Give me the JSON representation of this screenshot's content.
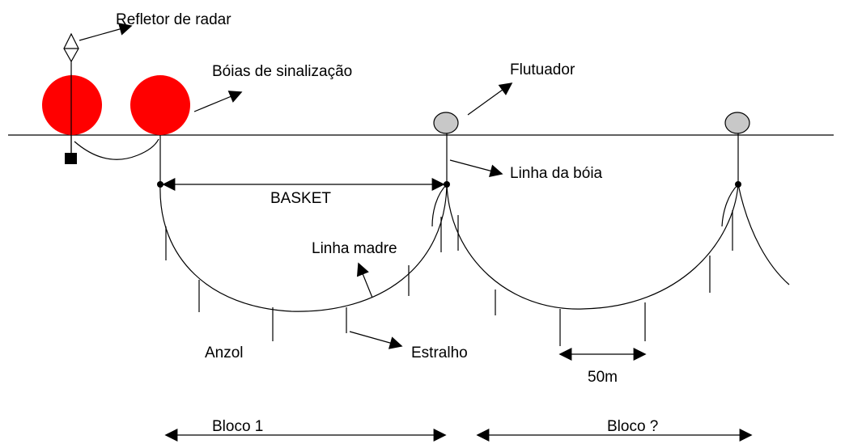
{
  "labels": {
    "radar_reflector": "Refletor de radar",
    "signal_buoys": "Bóias de sinalização",
    "float": "Flutuador",
    "buoy_line": "Linha da bóia",
    "basket": "BASKET",
    "main_line": "Linha madre",
    "hook": "Anzol",
    "branch_line": "Estralho",
    "spacing": "50m",
    "block_1": "Bloco 1",
    "block_2": "Bloco ?"
  },
  "colors": {
    "signal_buoy": "#ff0000",
    "float": "#c8c8c8",
    "line": "#000000"
  }
}
